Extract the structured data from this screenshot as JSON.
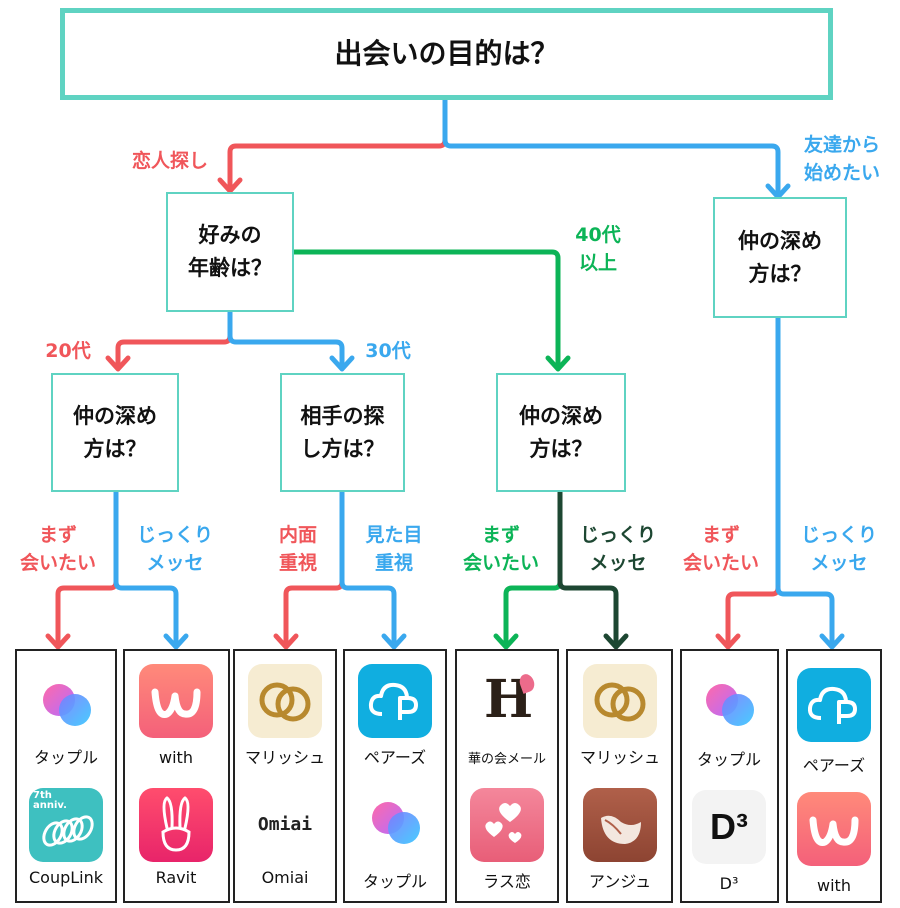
{
  "root": {
    "question": "出会いの目的は？"
  },
  "branches": {
    "lover": "恋人探し",
    "friends": "友達から\n始めたい",
    "age20": "20代",
    "age30": "30代",
    "age40": "40代\n以上"
  },
  "questions": {
    "age": "好みの\n年齢は？",
    "deepen_friends": "仲の深め\n方は？",
    "deepen_20": "仲の深め\n方は？",
    "search_30": "相手の探\nし方は？",
    "deepen_40": "仲の深め\n方は？"
  },
  "answers": {
    "meet_first": "まず\n会いたい",
    "slow_message": "じっくり\nメッセ",
    "inner": "内面\n重視",
    "looks": "見た目\n重視"
  },
  "columns": [
    {
      "apps": [
        {
          "name": "タップル",
          "icon": "tapple-icon"
        },
        {
          "name": "CoupLink",
          "icon": "couplink-icon",
          "badge": "7th\nanniv."
        }
      ]
    },
    {
      "apps": [
        {
          "name": "with",
          "icon": "with-icon"
        },
        {
          "name": "Ravit",
          "icon": "ravit-icon"
        }
      ]
    },
    {
      "apps": [
        {
          "name": "マリッシュ",
          "icon": "marrish-icon"
        },
        {
          "name": "Omiai",
          "icon": "omiai-icon",
          "logo": "Omiai"
        }
      ]
    },
    {
      "apps": [
        {
          "name": "ペアーズ",
          "icon": "pairs-icon"
        },
        {
          "name": "タップル",
          "icon": "tapple-icon"
        }
      ]
    },
    {
      "apps": [
        {
          "name": "華の会メール",
          "icon": "hananokai-icon"
        },
        {
          "name": "ラス恋",
          "icon": "rasukoi-icon"
        }
      ]
    },
    {
      "apps": [
        {
          "name": "マリッシュ",
          "icon": "marrish-icon"
        },
        {
          "name": "アンジュ",
          "icon": "ange-icon"
        }
      ]
    },
    {
      "apps": [
        {
          "name": "タップル",
          "icon": "tapple-icon"
        },
        {
          "name": "D³",
          "icon": "d3-icon",
          "logo": "D³"
        }
      ]
    },
    {
      "apps": [
        {
          "name": "ペアーズ",
          "icon": "pairs-icon"
        },
        {
          "name": "with",
          "icon": "with-icon"
        }
      ]
    }
  ],
  "colors": {
    "teal_border": "#5fd3c2",
    "red": "#f0565a",
    "blue": "#3aa8ee",
    "green": "#0cb457",
    "dark_green": "#1d4732"
  }
}
